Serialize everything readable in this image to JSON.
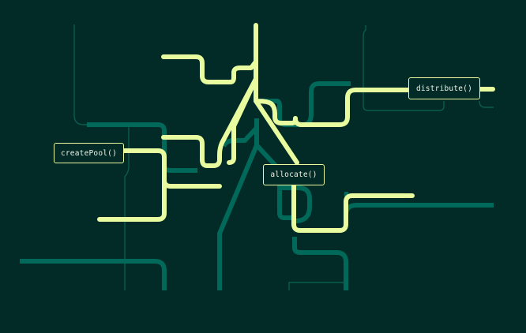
{
  "diagram": {
    "background": "#022b27",
    "colors": {
      "highlight": "#e8fb9f",
      "primary_path": "#00695a",
      "thin_path": "#0b5c4f",
      "node_border": "#e8fb9f",
      "node_text": "#eef3e6"
    },
    "nodes": [
      {
        "id": "createPool",
        "label": "createPool()"
      },
      {
        "id": "allocate",
        "label": "allocate()"
      },
      {
        "id": "distribute",
        "label": "distribute()"
      }
    ]
  }
}
